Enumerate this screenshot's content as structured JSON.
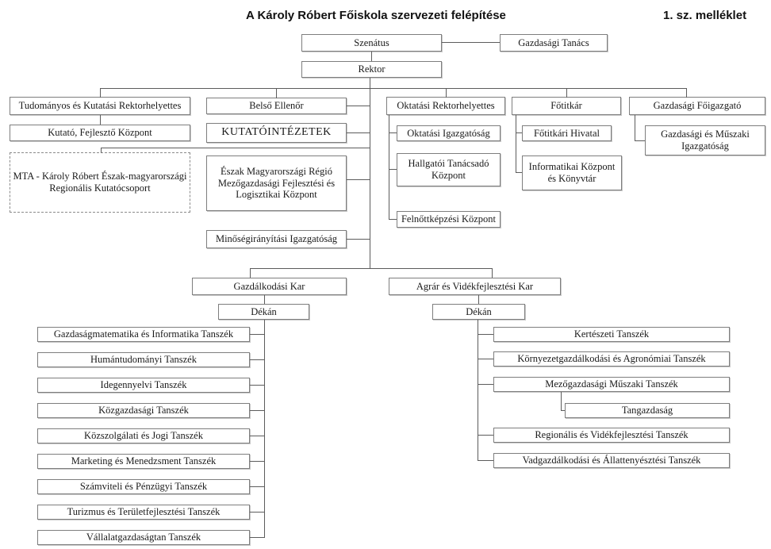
{
  "header": {
    "title": "A Károly Róbert Főiskola szervezeti felépítése",
    "annotation": "1. sz. melléklet"
  },
  "colors": {
    "background": "#ffffff",
    "box_border": "#7e7e7e",
    "connector": "#5c5c5c",
    "text": "#1a1a1a"
  },
  "nodes": {
    "szenatus": "Szenátus",
    "gazdasagi_tanacs": "Gazdasági Tanács",
    "rektor": "Rektor",
    "tudomanyos_rektorhelyettes": "Tudományos és Kutatási Rektorhelyettes",
    "kutato_fejleszto_kozpont": "Kutató, Fejlesztő Központ",
    "mta_kutatocsoport": "MTA - Károly Róbert Észak-magyarországi Regionális Kutatócsoport",
    "belso_ellenor": "Belső Ellenőr",
    "kutatointezetek": "KUTATÓINTÉZETEK",
    "eszak_kozpont": "Észak Magyarországi Régió Mezőgazdasági Fejlesztési és Logisztikai Központ",
    "minosegiranyitasi": "Minőségirányítási Igazgatóság",
    "oktatasi_rektorhelyettes": "Oktatási Rektorhelyettes",
    "oktatasi_igazgatosag": "Oktatási Igazgatóság",
    "hallgatoi_tanacsado": "Hallgatói Tanácsadó Központ",
    "felnottkepzesi": "Felnőttképzési Központ",
    "fotitkar": "Főtitkár",
    "fotitkari_hivatal": "Főtitkári Hivatal",
    "informatikai_kozpont": "Informatikai Központ és Könyvtár",
    "gazdasagi_foigazgato": "Gazdasági Főigazgató",
    "gazdasagi_muszaki_igazgatosag": "Gazdasági és Műszaki Igazgatóság",
    "gazdalkodasi_kar": "Gazdálkodási Kar",
    "agrar_kar": "Agrár és Vidékfejlesztési Kar",
    "dekan_gazdalkodasi": "Dékán",
    "dekan_agrar": "Dékán",
    "tangazdasag": "Tangazdaság"
  },
  "gazdalkodasi_tanszekek": [
    "Gazdaságmatematika és Informatika Tanszék",
    "Humántudományi Tanszék",
    "Idegennyelvi Tanszék",
    "Közgazdasági Tanszék",
    "Közszolgálati és Jogi Tanszék",
    "Marketing és Menedzsment Tanszék",
    "Számviteli és Pénzügyi Tanszék",
    "Turizmus és Területfejlesztési Tanszék",
    "Vállalatgazdaságtan Tanszék"
  ],
  "agrar_tanszekek": [
    "Kertészeti Tanszék",
    "Környezetgazdálkodási és Agronómiai Tanszék",
    "Mezőgazdasági Műszaki Tanszék",
    "Tangazdaság",
    "Regionális és Vidékfejlesztési Tanszék",
    "Vadgazdálkodási és Állattenyésztési Tanszék"
  ]
}
